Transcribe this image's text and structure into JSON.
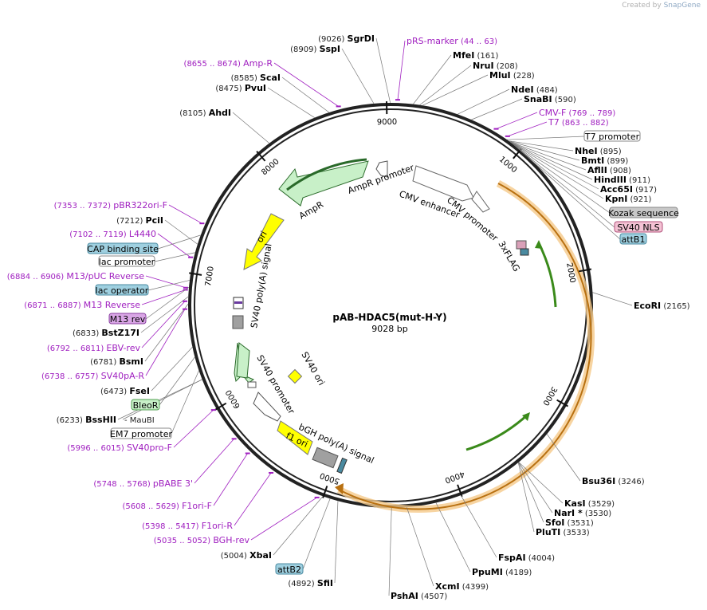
{
  "credit": {
    "prefix": "Created by",
    "brand": "SnapGene"
  },
  "plasmid": {
    "name": "pAB-HDAC5(mut-H-Y)",
    "size": "9028 bp"
  },
  "ticks": [
    "1000",
    "2000",
    "3000",
    "4000",
    "5000",
    "6000",
    "7000",
    "8000",
    "9000"
  ],
  "enzymes": [
    {
      "coord": "(9026)",
      "name": "SgrDI"
    },
    {
      "coord": "(8909)",
      "name": "SspI"
    },
    {
      "coord": "(8585)",
      "name": "ScaI"
    },
    {
      "coord": "(8475)",
      "name": "PvuI"
    },
    {
      "coord": "(8105)",
      "name": "AhdI"
    },
    {
      "coord": "(161)",
      "name": "MfeI"
    },
    {
      "coord": "(208)",
      "name": "NruI"
    },
    {
      "coord": "(228)",
      "name": "MluI"
    },
    {
      "coord": "(484)",
      "name": "NdeI"
    },
    {
      "coord": "(590)",
      "name": "SnaBI"
    },
    {
      "coord": "(895)",
      "name": "NheI"
    },
    {
      "coord": "(899)",
      "name": "BmtI"
    },
    {
      "coord": "(908)",
      "name": "AflII"
    },
    {
      "coord": "(911)",
      "name": "HindIII"
    },
    {
      "coord": "(917)",
      "name": "Acc65I"
    },
    {
      "coord": "(921)",
      "name": "KpnI"
    },
    {
      "coord": "(2165)",
      "name": "EcoRI"
    },
    {
      "coord": "(3246)",
      "name": "Bsu36I"
    },
    {
      "coord": "(3529)",
      "name": "KasI"
    },
    {
      "coord": "(3530)",
      "name": "NarI *"
    },
    {
      "coord": "(3531)",
      "name": "SfoI"
    },
    {
      "coord": "(3533)",
      "name": "PluTI"
    },
    {
      "coord": "(4004)",
      "name": "FspAI"
    },
    {
      "coord": "(4189)",
      "name": "PpuMI"
    },
    {
      "coord": "(4399)",
      "name": "XcmI"
    },
    {
      "coord": "(4507)",
      "name": "PshAI"
    },
    {
      "coord": "(4892)",
      "name": "SfiI"
    },
    {
      "coord": "(5004)",
      "name": "XbaI"
    },
    {
      "coord": "(6233)",
      "name": "BssHII"
    },
    {
      "coord": "- MauBI",
      "name": ""
    },
    {
      "coord": "(6473)",
      "name": "FseI"
    },
    {
      "coord": "(6781)",
      "name": "BsmI"
    },
    {
      "coord": "(6833)",
      "name": "BstZ17I"
    },
    {
      "coord": "(7212)",
      "name": "PciI"
    }
  ],
  "primers": [
    {
      "name": "Amp-R",
      "coord": "(8655 .. 8674)"
    },
    {
      "name": "pRS-marker",
      "coord": "(44 .. 63)"
    },
    {
      "name": "CMV-F",
      "coord": "(769 .. 789)"
    },
    {
      "name": "T7",
      "coord": "(863 .. 882)"
    },
    {
      "name": "pBR322ori-F",
      "coord": "(7353 .. 7372)"
    },
    {
      "name": "L4440",
      "coord": "(7102 .. 7119)"
    },
    {
      "name": "M13/pUC Reverse",
      "coord": "(6884 .. 6906)"
    },
    {
      "name": "M13 Reverse",
      "coord": "(6871 .. 6887)"
    },
    {
      "name": "EBV-rev",
      "coord": "(6792 .. 6811)"
    },
    {
      "name": "SV40pA-R",
      "coord": "(6738 .. 6757)"
    },
    {
      "name": "SV40pro-F",
      "coord": "(5996 .. 6015)"
    },
    {
      "name": "pBABE 3'",
      "coord": "(5748 .. 5768)"
    },
    {
      "name": "F1ori-F",
      "coord": "(5608 .. 5629)"
    },
    {
      "name": "F1ori-R",
      "coord": "(5398 .. 5417)"
    },
    {
      "name": "BGH-rev",
      "coord": "(5035 .. 5052)"
    }
  ],
  "boxes": [
    {
      "label": "T7 promoter",
      "fill": "#ffffff",
      "stroke": "#888888"
    },
    {
      "label": "Kozak sequence",
      "fill": "#c8c8c8",
      "stroke": "#888888"
    },
    {
      "label": "SV40 NLS",
      "fill": "#f4c2d4",
      "stroke": "#b0507a"
    },
    {
      "label": "attB1",
      "fill": "#9fd0e0",
      "stroke": "#4a8aa0"
    },
    {
      "label": "CAP binding site",
      "fill": "#9fd0e0",
      "stroke": "#4a8aa0"
    },
    {
      "label": "lac promoter",
      "fill": "#ffffff",
      "stroke": "#888888"
    },
    {
      "label": "lac operator",
      "fill": "#9fd0e0",
      "stroke": "#4a8aa0"
    },
    {
      "label": "M13 rev",
      "fill": "#d9a6e6",
      "stroke": "#8a40a0"
    },
    {
      "label": "BleoR",
      "fill": "#c8f0c8",
      "stroke": "#50a050"
    },
    {
      "label": "EM7 promoter",
      "fill": "#ffffff",
      "stroke": "#888888"
    },
    {
      "label": "attB2",
      "fill": "#9fd0e0",
      "stroke": "#4a8aa0"
    }
  ],
  "features": [
    "AmpR promoter",
    "AmpR",
    "ori",
    "SV40 poly(A) signal",
    "CMV enhancer",
    "CMV promoter",
    "3xFLAG",
    "SV40 promoter",
    "SV40 ori",
    "f1 ori",
    "bGH poly(A) signal"
  ],
  "colors": {
    "backbone": "#222222",
    "enzyme": "#000000",
    "primer": "#a020c0",
    "gene_fill": "#c8f0c8",
    "gene_stroke": "#2a6a2a",
    "ori_fill": "#ffff00",
    "insert": "#f0a030",
    "promoter_fill": "#ffffff",
    "polya_fill": "#a0a0a0"
  }
}
